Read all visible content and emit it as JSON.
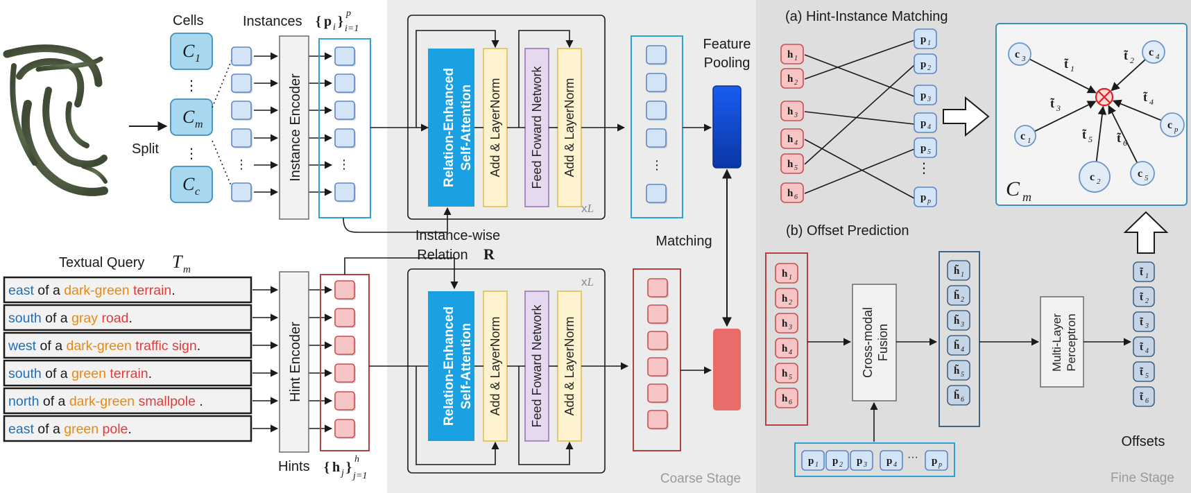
{
  "colors": {
    "cell_fill": "#a8d8ef",
    "cell_stroke": "#3d8fb8",
    "token_blue_fill": "#d4e4f7",
    "token_blue_stroke": "#5b86c4",
    "token_red_fill": "#f7c5c5",
    "token_red_stroke": "#c65050",
    "token_dark_fill": "#c5d5e6",
    "token_dark_stroke": "#3f6285",
    "attention_fill": "#1aa1e4",
    "addnorm_fill": "#fdf3cf",
    "addnorm_stroke": "#e0c050",
    "ffn_fill": "#e6d8ef",
    "ffn_stroke": "#9b74b4",
    "pool_blue": "#1248d4",
    "pool_red": "#e86c6a",
    "stage_bg": "#ececec",
    "fine_bg": "#dedede",
    "word_direction": "#1f6fb8",
    "word_color": "#e88a12",
    "word_object": "#e23a3a"
  },
  "left": {
    "cells_label": "Cells",
    "cells": [
      {
        "letter": "C",
        "sub": "1"
      },
      {
        "letter": "C",
        "sub": "m"
      },
      {
        "letter": "C",
        "sub": "c"
      }
    ],
    "vdots": "⋮",
    "split_label": "Split",
    "instances_label": "Instances",
    "instances_set": {
      "open": "{",
      "var": "p",
      "var_sub": "i",
      "close": "}",
      "sub": "i=1",
      "sup": "p"
    },
    "instance_encoder": "Instance Encoder",
    "textual_query_label": "Textual Query",
    "textual_query_sym": {
      "letter": "T",
      "sub": "m"
    },
    "queries": [
      [
        {
          "t": "east",
          "k": "direction"
        },
        {
          "t": " of a ",
          "k": "plain"
        },
        {
          "t": "dark-green",
          "k": "color"
        },
        {
          "t": " ",
          "k": "plain"
        },
        {
          "t": "terrain",
          "k": "object"
        },
        {
          "t": ".",
          "k": "plain"
        }
      ],
      [
        {
          "t": "south",
          "k": "direction"
        },
        {
          "t": " of a ",
          "k": "plain"
        },
        {
          "t": "gray",
          "k": "color"
        },
        {
          "t": " ",
          "k": "plain"
        },
        {
          "t": "road",
          "k": "object"
        },
        {
          "t": ".",
          "k": "plain"
        }
      ],
      [
        {
          "t": "west",
          "k": "direction"
        },
        {
          "t": " of a ",
          "k": "plain"
        },
        {
          "t": "dark-green",
          "k": "color"
        },
        {
          "t": " ",
          "k": "plain"
        },
        {
          "t": "traffic sign",
          "k": "object"
        },
        {
          "t": ".",
          "k": "plain"
        }
      ],
      [
        {
          "t": "south",
          "k": "direction"
        },
        {
          "t": " of a ",
          "k": "plain"
        },
        {
          "t": "green",
          "k": "color"
        },
        {
          "t": " ",
          "k": "plain"
        },
        {
          "t": "terrain",
          "k": "object"
        },
        {
          "t": ".",
          "k": "plain"
        }
      ],
      [
        {
          "t": "north",
          "k": "direction"
        },
        {
          "t": " of a ",
          "k": "plain"
        },
        {
          "t": "dark-green",
          "k": "color"
        },
        {
          "t": " ",
          "k": "plain"
        },
        {
          "t": "smallpole",
          "k": "object"
        },
        {
          "t": " .",
          "k": "plain"
        }
      ],
      [
        {
          "t": "east",
          "k": "direction"
        },
        {
          "t": " of a ",
          "k": "plain"
        },
        {
          "t": "green",
          "k": "color"
        },
        {
          "t": " ",
          "k": "plain"
        },
        {
          "t": "pole",
          "k": "object"
        },
        {
          "t": ".",
          "k": "plain"
        }
      ]
    ],
    "hint_encoder": "Hint Encoder",
    "hints_label": "Hints",
    "hints_set": {
      "open": "{",
      "var": "h",
      "var_sub": "j",
      "close": "}",
      "sub": "j=1",
      "sup": "h"
    }
  },
  "coarse": {
    "attention_line1": "Relation-Enhanced",
    "attention_line2": "Self-Attention",
    "add_norm": "Add & LayerNorm",
    "ffn": "Feed Foward Network",
    "xl_prefix": "x",
    "xl_var": "L",
    "relation_line1": "Instance-wise",
    "relation_line2_text": "Relation",
    "relation_line2_sym": "R",
    "feature_pooling_line1": "Feature",
    "feature_pooling_line2": "Pooling",
    "matching": "Matching",
    "stage_label": "Coarse Stage",
    "hdots": "⋮"
  },
  "fine": {
    "hint_instance_title": "(a) Hint-Instance Matching",
    "hint_tokens": [
      "1",
      "2",
      "3",
      "4",
      "5",
      "6"
    ],
    "instance_tokens": [
      "1",
      "2",
      "3",
      "4",
      "5",
      "p"
    ],
    "match_pairs": [
      [
        1,
        2
      ],
      [
        2,
        0
      ],
      [
        3,
        3
      ],
      [
        4,
        5
      ],
      [
        5,
        1
      ],
      [
        6,
        4
      ]
    ],
    "offset_title": "(b) Offset Prediction",
    "cross_modal_line1": "Cross-modal",
    "cross_modal_line2": "Fusion",
    "mlp_line1": "Multi-Layer",
    "mlp_line2": "Perceptron",
    "p_row": [
      "1",
      "2",
      "3",
      "4",
      "p"
    ],
    "p_dots": "···",
    "offsets_label": "Offsets",
    "offset_tokens": [
      "1",
      "2",
      "3",
      "4",
      "5",
      "6"
    ],
    "cm_sym": {
      "letter": "C",
      "sub": "m"
    },
    "circle_nodes": [
      {
        "var": "c",
        "sub": "3"
      },
      {
        "var": "c",
        "sub": "4"
      },
      {
        "var": "c",
        "sub": "1"
      },
      {
        "var": "c",
        "sub": "p"
      },
      {
        "var": "c",
        "sub": "2"
      },
      {
        "var": "c",
        "sub": "5"
      }
    ],
    "offset_labels": [
      "1",
      "2",
      "3",
      "4",
      "5",
      "6"
    ],
    "stage_label": "Fine Stage"
  }
}
